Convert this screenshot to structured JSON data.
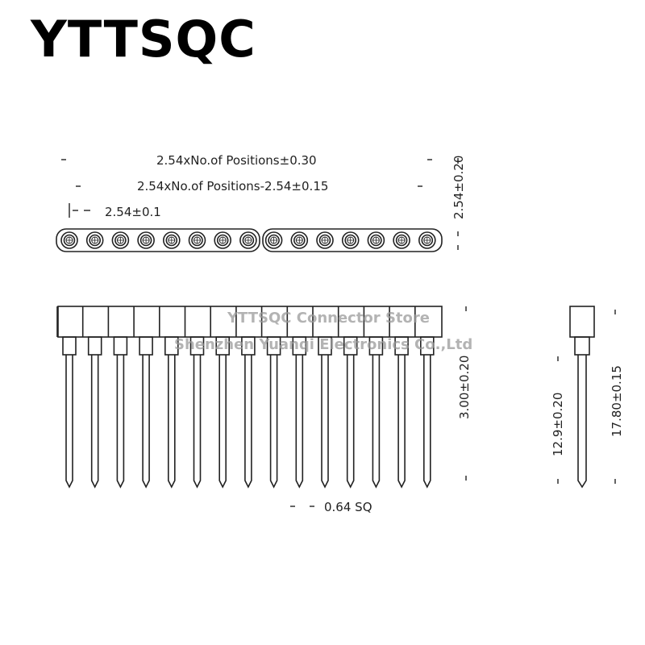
{
  "brand": "YTTSQC",
  "watermark": {
    "line1": "YTTSQC Connector Store",
    "line2": "Shenzhen Yuanqi Electronics Co.,Ltd"
  },
  "dimensions": {
    "overall_length": "2.54xNo.of  Positions±0.30",
    "pin_span": "2.54xNo.of  Positions-2.54±0.15",
    "pitch": "2.54±0.1",
    "body_width": "2.54±0.20",
    "body_height": "3.00±0.20",
    "pin_size": "0.64  SQ",
    "tail_length": "12.9±0.20",
    "total_length": "17.80±0.15"
  },
  "connector": {
    "positions": 15
  },
  "colors": {
    "line": "#222222",
    "watermark": "#9a9a9a"
  }
}
